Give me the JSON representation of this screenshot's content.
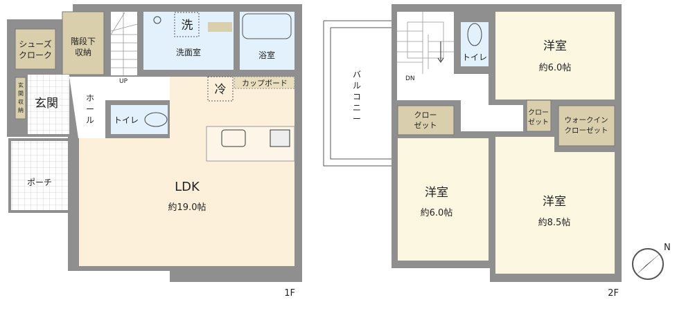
{
  "floor1": {
    "label": "1F",
    "rooms": {
      "shoe_cloak": [
        "シューズ",
        "クローク"
      ],
      "under_stair_storage": [
        "階段下",
        "収納"
      ],
      "stairs_label": "UP",
      "washroom": "洗面室",
      "washer": "洗",
      "bath": "浴室",
      "entrance_storage": [
        "玄",
        "関",
        "収",
        "納"
      ],
      "entrance": "玄関",
      "hall": [
        "ホ",
        "ー",
        "ル"
      ],
      "toilet": "トイレ",
      "fridge": "冷",
      "cupboard": "カップボード",
      "ldk": "LDK",
      "ldk_size": "約19.0帖",
      "porch": "ポーチ"
    }
  },
  "floor2": {
    "label": "2F",
    "rooms": {
      "balcony": [
        "バ",
        "ル",
        "コ",
        "ニ",
        "ー"
      ],
      "stairs_label": "DN",
      "toilet": "トイレ",
      "western_room_1": "洋室",
      "western_room_1_size": "約6.0帖",
      "closet_left": [
        "クロー",
        "ゼット"
      ],
      "closet_small": [
        "クロー",
        "ゼット"
      ],
      "walk_in_closet": [
        "ウォークイン",
        "クローゼット"
      ],
      "western_room_2": "洋室",
      "western_room_2_size": "約6.0帖",
      "western_room_3": "洋室",
      "western_room_3_size": "約8.5帖"
    }
  },
  "compass": {
    "north": "N"
  }
}
